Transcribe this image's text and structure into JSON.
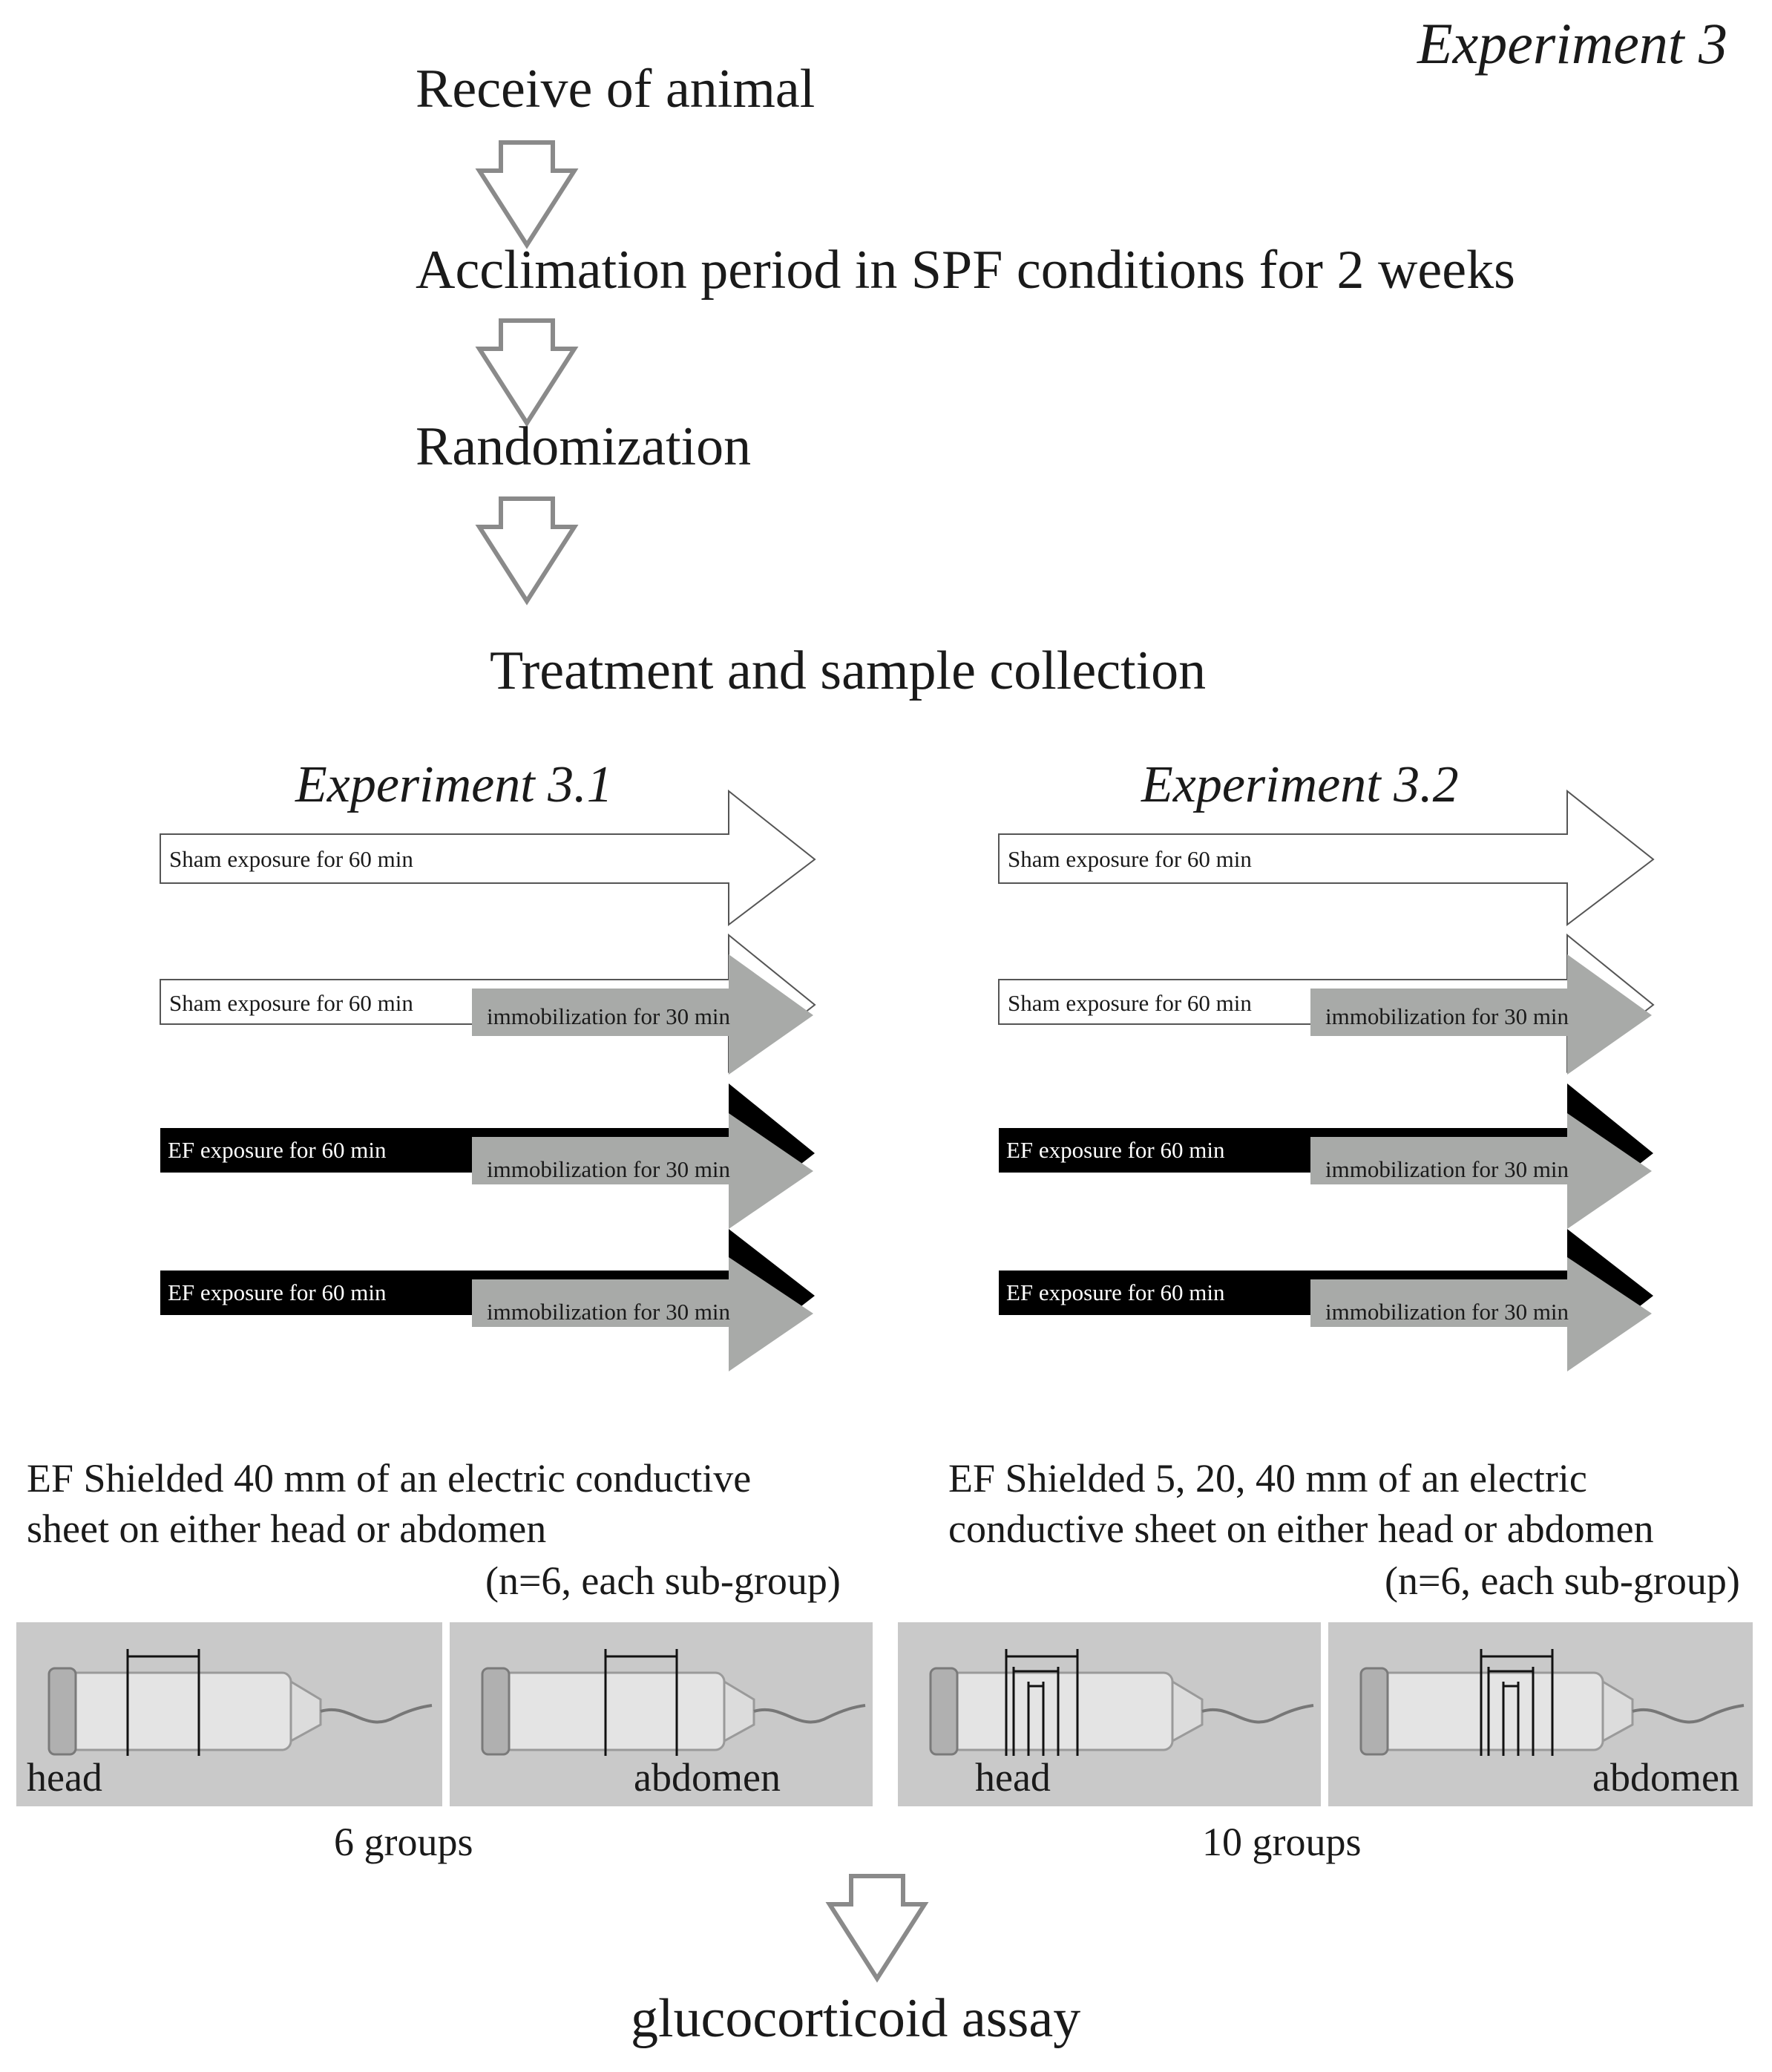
{
  "header": {
    "title": "Experiment 3"
  },
  "flow": {
    "step1": "Receive of animal",
    "step2": "Acclimation period in SPF conditions for 2 weeks",
    "step3": "Randomization",
    "step4": "Treatment and sample collection",
    "final": "glucocorticoid assay"
  },
  "experiments": [
    {
      "title": "Experiment 3.1",
      "rows": [
        {
          "exposure": "Sham exposure for 60 min",
          "immobilization": ""
        },
        {
          "exposure": "Sham exposure for 60 min",
          "immobilization": "immobilization for 30 min"
        },
        {
          "exposure": "EF exposure for 60 min",
          "immobilization": "immobilization for 30 min"
        },
        {
          "exposure": "EF exposure for 60 min",
          "immobilization": "immobilization for 30 min"
        }
      ],
      "description_line1": "EF Shielded 40 mm  of an electric conductive",
      "description_line2": "sheet on either head or abdomen",
      "n_note": "(n=6, each sub-group)",
      "photo_labels": [
        "head",
        "abdomen"
      ],
      "groups": "6 groups"
    },
    {
      "title": "Experiment 3.2",
      "rows": [
        {
          "exposure": "Sham exposure for 60 min",
          "immobilization": ""
        },
        {
          "exposure": "Sham exposure for 60 min",
          "immobilization": "immobilization for 30 min"
        },
        {
          "exposure": "EF exposure for 60 min",
          "immobilization": "immobilization for 30 min"
        },
        {
          "exposure": "EF exposure for 60 min",
          "immobilization": "immobilization for 30 min"
        }
      ],
      "description_line1": "EF Shielded 5, 20, 40 mm  of an electric",
      "description_line2": "conductive sheet on either head or abdomen",
      "n_note": "(n=6, each sub-group)",
      "photo_labels": [
        "head",
        "abdomen"
      ],
      "groups": "10 groups"
    }
  ],
  "colors": {
    "sham_fill": "#ffffff",
    "ef_fill": "#000000",
    "immobilization_fill": "#a8aaa8",
    "arrow_outline": "#8a8a8a"
  }
}
